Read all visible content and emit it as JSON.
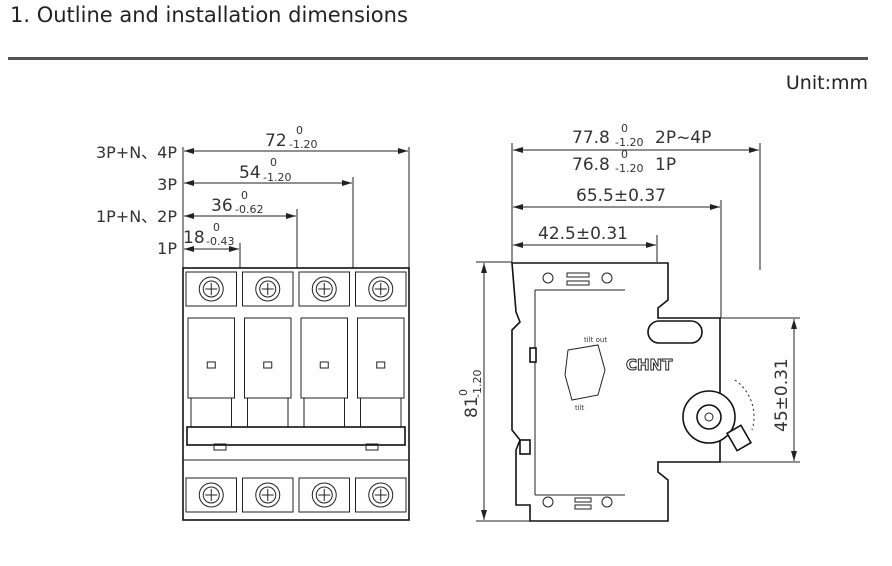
{
  "header": {
    "title": "1. Outline and installation dimensions",
    "unit": "Unit:mm"
  },
  "front_view": {
    "labels": [
      "3P+N、4P",
      "3P",
      "1P+N、2P",
      "1P"
    ],
    "dims": [
      {
        "main": "72",
        "upper": "0",
        "lower": "-1.20"
      },
      {
        "main": "54",
        "upper": "0",
        "lower": "-1.20"
      },
      {
        "main": "36",
        "upper": "0",
        "lower": "-0.62"
      },
      {
        "main": "18",
        "upper": "0",
        "lower": "-0.43"
      }
    ]
  },
  "side_view": {
    "dims": [
      {
        "main": "77.8",
        "upper": "0",
        "lower": "-1.20",
        "suffix": "2P~4P"
      },
      {
        "main": "76.8",
        "upper": "0",
        "lower": "-1.20",
        "suffix": "1P"
      },
      {
        "main": "65.5±0.37"
      },
      {
        "main": "42.5±0.31"
      }
    ],
    "height": {
      "main": "81",
      "upper": "0",
      "lower": "-1.20"
    },
    "rail": {
      "main": "45±0.31"
    },
    "brand": "CHNT",
    "tilt_out": "tilt out",
    "tilt": "tilt"
  }
}
